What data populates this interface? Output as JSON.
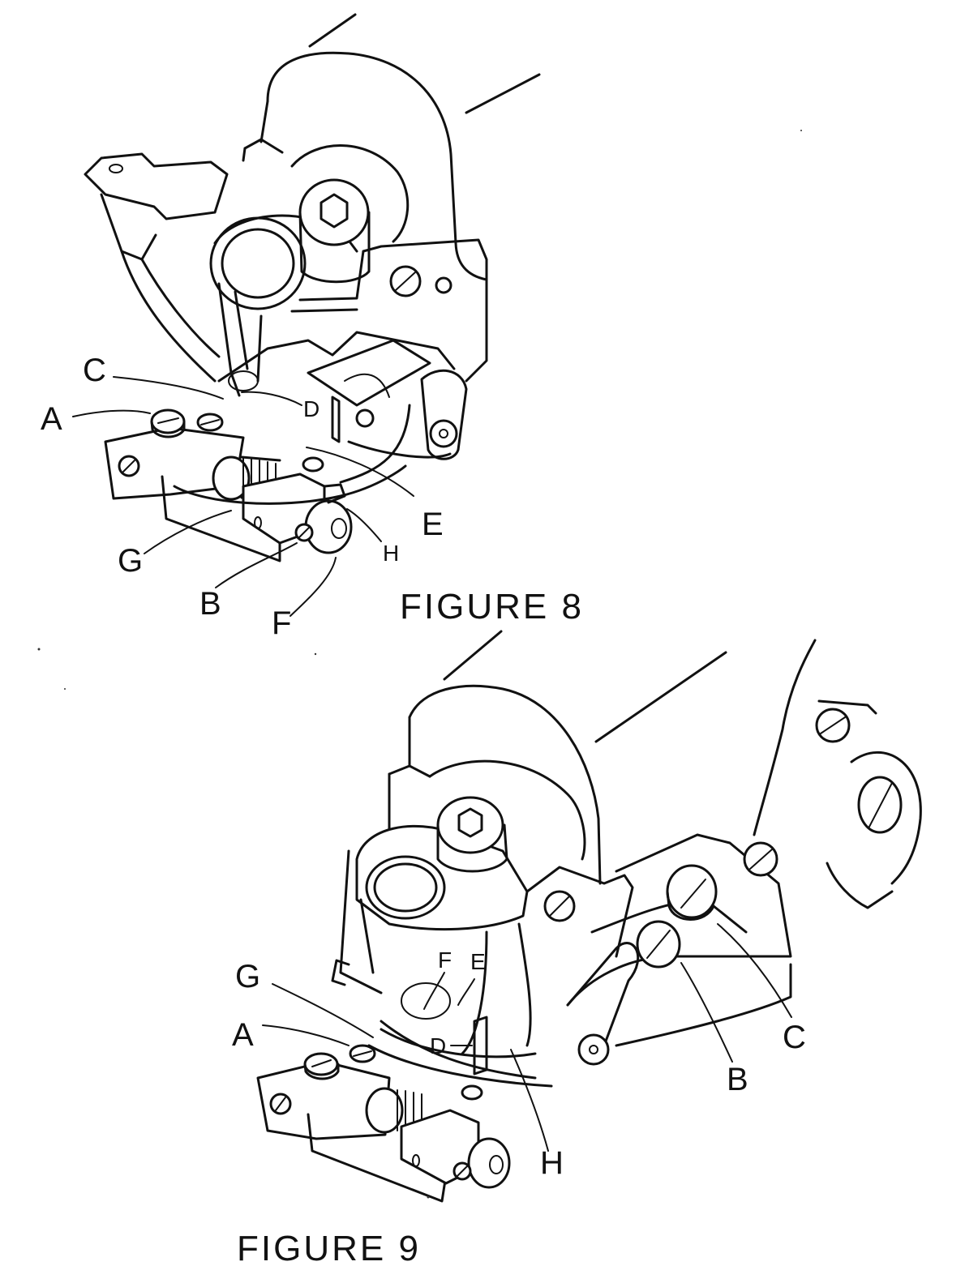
{
  "figures": [
    {
      "caption": "FIGURE 8",
      "labels": {
        "A": "A",
        "B": "B",
        "C": "C",
        "D": "D",
        "E": "E",
        "F": "F",
        "G": "G",
        "H": "H"
      }
    },
    {
      "caption": "FIGURE 9",
      "labels": {
        "A": "A",
        "B": "B",
        "C": "C",
        "D": "D",
        "E": "E",
        "F": "F",
        "G": "G",
        "H": "H"
      }
    }
  ]
}
